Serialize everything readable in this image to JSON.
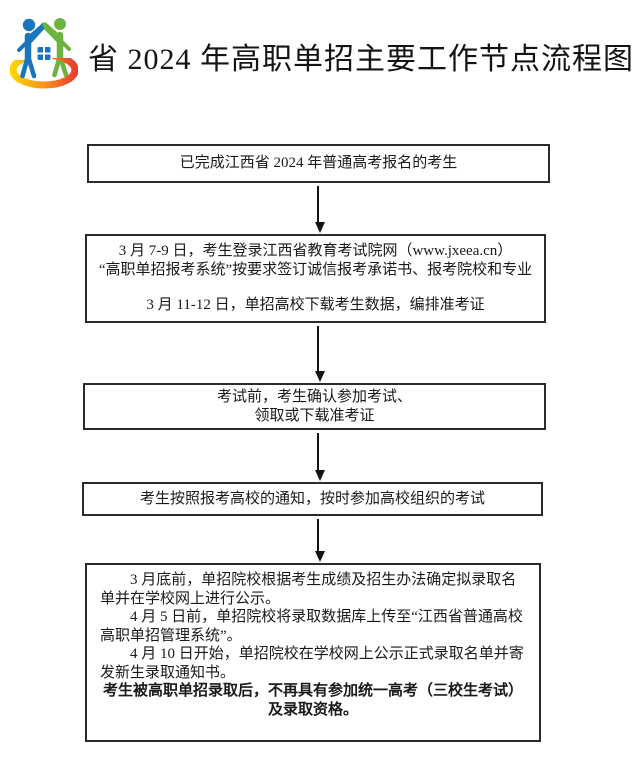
{
  "page": {
    "background": "#ffffff"
  },
  "header": {
    "logo": {
      "icon": "house-people-swoosh-logo-icon",
      "colors": {
        "figure_blue": "#1b75bc",
        "figure_green": "#6cb33f",
        "swoosh_yellow": "#ffd200",
        "swoosh_orange": "#f7941d",
        "swoosh_red": "#e8402d"
      }
    },
    "title": "省 2024 年高职单招主要工作节点流程图"
  },
  "flowchart": {
    "arrow_icon": "arrow-down-icon",
    "boxes": [
      {
        "name": "completed-gaokao-registration",
        "lines": [
          "已完成江西省 2024 年普通高考报名的考生"
        ]
      },
      {
        "name": "online-application",
        "lines": [
          "3 月 7-9 日，考生登录江西省教育考试院网（www.jxeea.cn）",
          "“高职单招报考系统”按要求签订诚信报考承诺书、报考院校和专业",
          "3 月 11-12 日，单招高校下载考生数据，编排准考证"
        ]
      },
      {
        "name": "confirm-and-get-admission-ticket",
        "lines": [
          "考试前，考生确认参加考试、",
          "领取或下载准考证"
        ]
      },
      {
        "name": "attend-exam",
        "lines": [
          "考生按照报考高校的通知，按时参加高校组织的考试"
        ]
      },
      {
        "name": "admission-and-publicity",
        "paragraphs": [
          {
            "text": "3 月底前，单招院校根据考生成绩及招生办法确定拟录取名单并在学校网上进行公示。",
            "style": "indent"
          },
          {
            "text": "4 月 5 日前，单招院校将录取数据库上传至“江西省普通高校高职单招管理系统”。",
            "style": "indent"
          },
          {
            "text": "4 月 10 日开始，单招院校在学校网上公示正式录取名单并寄发新生录取通知书。",
            "style": "indent"
          },
          {
            "text": "考生被高职单招录取后，不再具有参加统一高考（三校生考试）及录取资格。",
            "style": "bold-center"
          }
        ]
      }
    ]
  }
}
